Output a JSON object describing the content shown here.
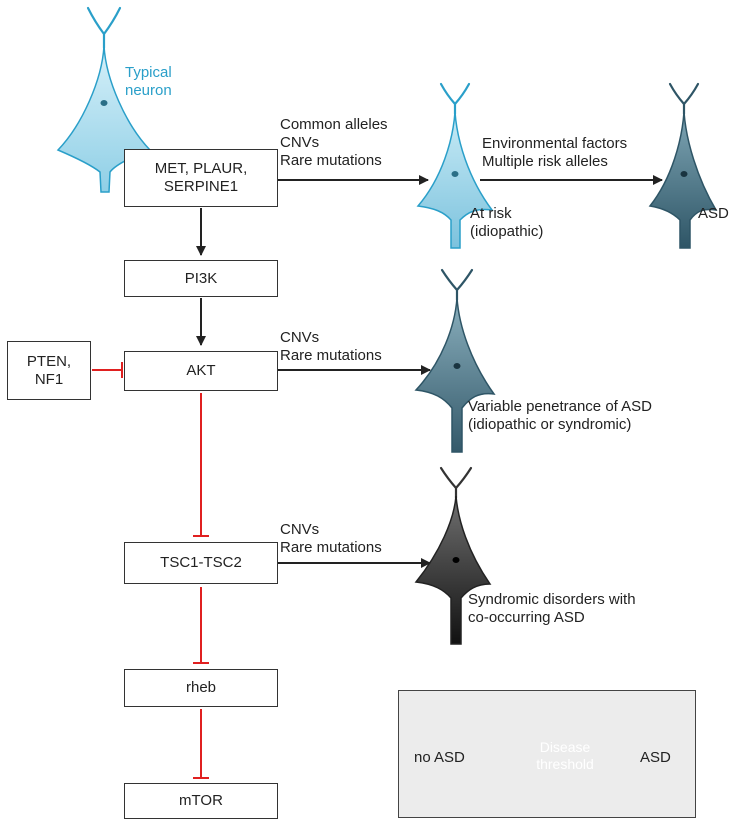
{
  "typical_neuron_label_line1": "Typical",
  "typical_neuron_label_line2": "neuron",
  "pathway": {
    "met_box": [
      "MET, PLAUR,",
      "SERPINE1"
    ],
    "pi3k": "PI3K",
    "akt": "AKT",
    "pten_box": [
      "PTEN,",
      "NF1"
    ],
    "tsc": "TSC1-TSC2",
    "rheb": "rheb",
    "mtor": "mTOR"
  },
  "arrows": {
    "met_to_risk": [
      "Common alleles",
      "CNVs",
      "Rare mutations"
    ],
    "risk_to_asd": [
      "Environmental factors",
      "Multiple risk alleles"
    ],
    "akt_to_variable": [
      "CNVs",
      "Rare mutations"
    ],
    "tsc_to_syndromic": [
      "CNVs",
      "Rare mutations"
    ]
  },
  "neuron_labels": {
    "at_risk": [
      "At risk",
      "(idiopathic)"
    ],
    "asd": "ASD",
    "variable": [
      "Variable penetrance of ASD",
      "(idiopathic or syndromic)"
    ],
    "syndromic": [
      "Syndromic disorders with",
      "co-occurring ASD"
    ]
  },
  "legend": {
    "left": "no ASD",
    "center": [
      "Disease",
      "threshold"
    ],
    "right": "ASD"
  },
  "colors": {
    "neuron_typical": "#a9dcee",
    "neuron_outline": "#2a9fc9",
    "neuron_risk": "#8ecfe6",
    "neuron_asd": "#3f6b7e",
    "neuron_variable": "#567f90",
    "neuron_syndromic": "#1e1e1e",
    "inhibition": "#e02020",
    "arrow": "#222222"
  }
}
